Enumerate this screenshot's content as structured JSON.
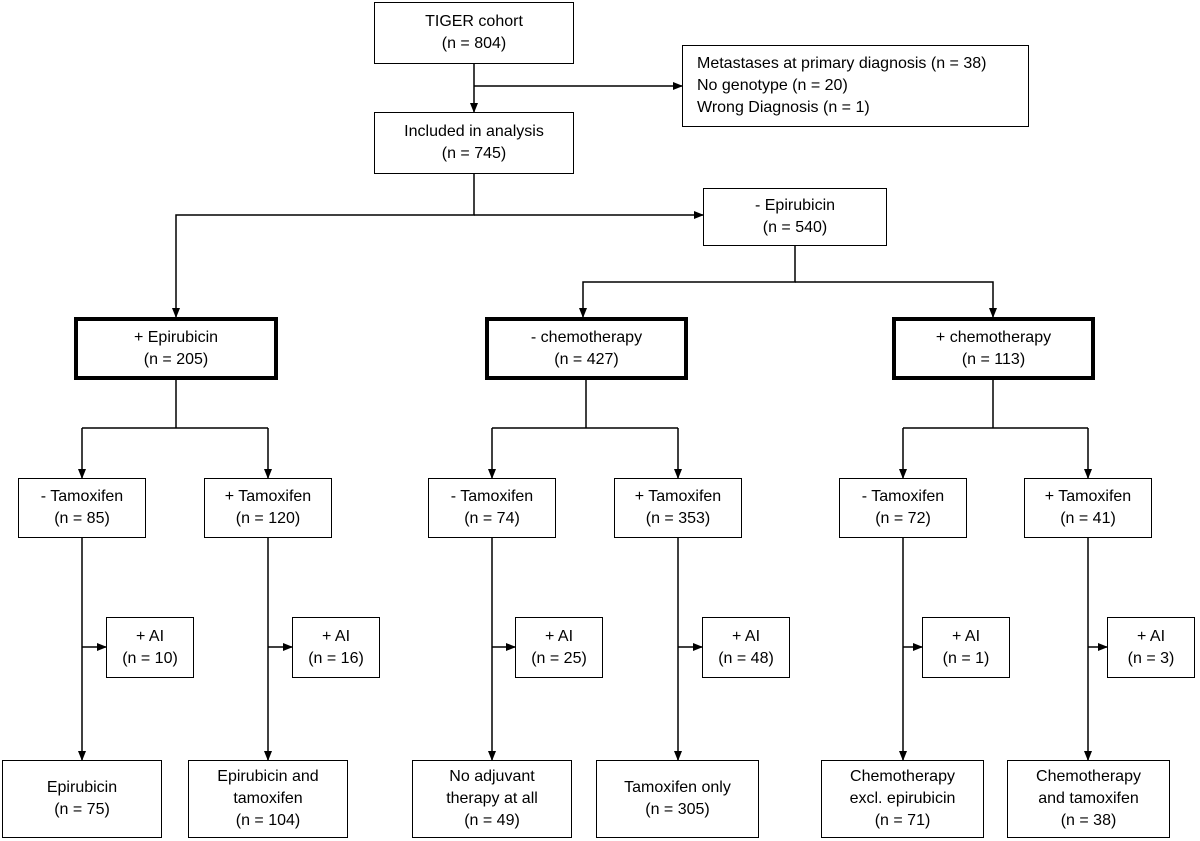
{
  "nodes": {
    "tiger": {
      "lines": [
        "TIGER cohort",
        "(n = 804)"
      ]
    },
    "excluded": {
      "lines": [
        "Metastases at primary diagnosis (n = 38)",
        "No genotype (n = 20)",
        "Wrong Diagnosis (n = 1)"
      ]
    },
    "included": {
      "lines": [
        "Included in analysis",
        "(n = 745)"
      ]
    },
    "minus_epi": {
      "lines": [
        "- Epirubicin",
        "(n = 540)"
      ]
    },
    "plus_epi": {
      "lines": [
        "+ Epirubicin",
        "(n = 205)"
      ]
    },
    "minus_chemo": {
      "lines": [
        "- chemotherapy",
        "(n = 427)"
      ]
    },
    "plus_chemo": {
      "lines": [
        "+ chemotherapy",
        "(n = 113)"
      ]
    },
    "epi_minus_tam": {
      "lines": [
        "- Tamoxifen",
        "(n = 85)"
      ]
    },
    "epi_plus_tam": {
      "lines": [
        "+ Tamoxifen",
        "(n = 120)"
      ]
    },
    "nochemo_minus_tam": {
      "lines": [
        "- Tamoxifen",
        "(n = 74)"
      ]
    },
    "nochemo_plus_tam": {
      "lines": [
        "+ Tamoxifen",
        "(n = 353)"
      ]
    },
    "chemo_minus_tam": {
      "lines": [
        "- Tamoxifen",
        "(n = 72)"
      ]
    },
    "chemo_plus_tam": {
      "lines": [
        "+ Tamoxifen",
        "(n = 41)"
      ]
    },
    "ai_1": {
      "lines": [
        "+ AI",
        "(n = 10)"
      ]
    },
    "ai_2": {
      "lines": [
        "+ AI",
        "(n = 16)"
      ]
    },
    "ai_3": {
      "lines": [
        "+ AI",
        "(n = 25)"
      ]
    },
    "ai_4": {
      "lines": [
        "+ AI",
        "(n = 48)"
      ]
    },
    "ai_5": {
      "lines": [
        "+ AI",
        "(n = 1)"
      ]
    },
    "ai_6": {
      "lines": [
        "+ AI",
        "(n = 3)"
      ]
    },
    "final_epi": {
      "lines": [
        "Epirubicin",
        "(n = 75)"
      ]
    },
    "final_epi_tam": {
      "lines": [
        "Epirubicin and",
        "tamoxifen",
        "(n = 104)"
      ]
    },
    "final_none": {
      "lines": [
        "No adjuvant",
        "therapy at all",
        "(n = 49)"
      ]
    },
    "final_tam": {
      "lines": [
        "Tamoxifen only",
        "(n = 305)"
      ]
    },
    "final_chemo": {
      "lines": [
        "Chemotherapy",
        "excl. epirubicin",
        "(n = 71)"
      ]
    },
    "final_chemo_tam": {
      "lines": [
        "Chemotherapy",
        "and tamoxifen",
        "(n = 38)"
      ]
    }
  }
}
